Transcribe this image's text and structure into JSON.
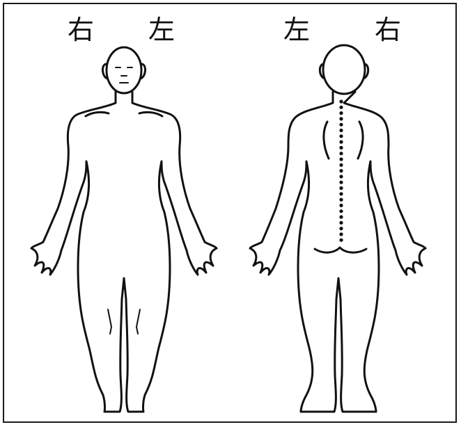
{
  "front_view": {
    "label_right": "右",
    "label_left": "左"
  },
  "back_view": {
    "label_left": "左",
    "label_right": "右"
  },
  "colors": {
    "line": "#111111",
    "background": "#ffffff"
  }
}
